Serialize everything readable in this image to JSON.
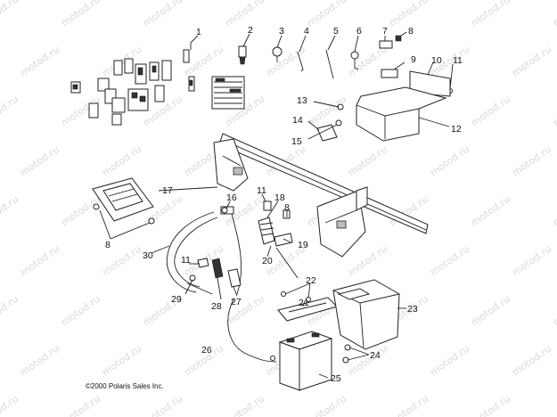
{
  "watermark": "motod.ru",
  "callouts": [
    "1",
    "2",
    "3",
    "4",
    "5",
    "6",
    "7",
    "8",
    "9",
    "10",
    "11",
    "12",
    "13",
    "14",
    "15",
    "16",
    "11",
    "18",
    "8",
    "17",
    "19",
    "20",
    "30",
    "8",
    "11",
    "29",
    "28",
    "27",
    "22",
    "21",
    "23",
    "26",
    "24",
    "25"
  ],
  "copyright": "©2000 Polaris Sales Inc."
}
